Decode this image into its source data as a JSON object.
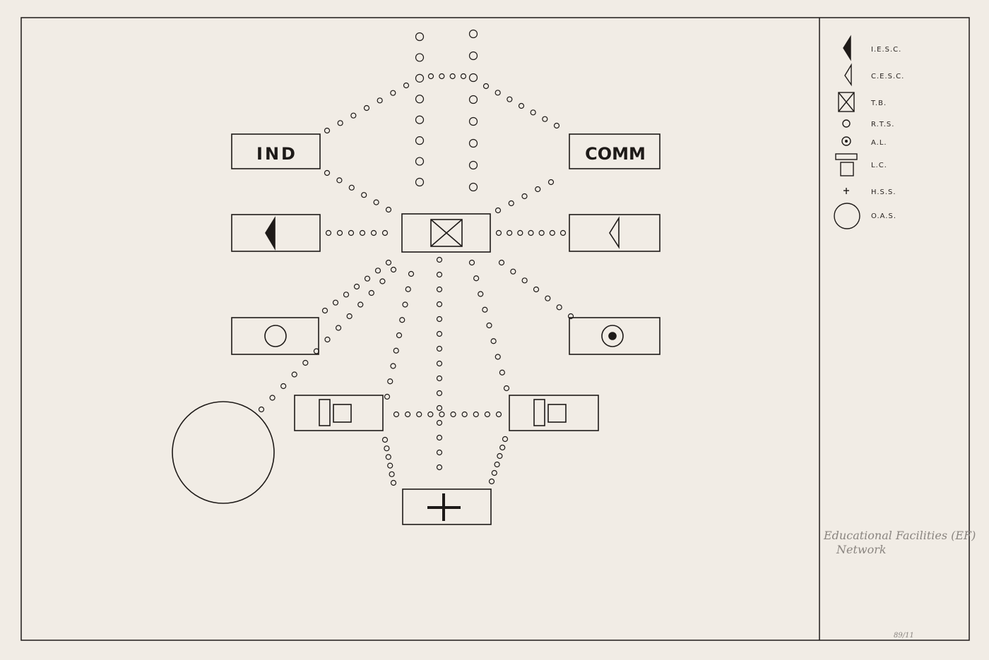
{
  "title_note": {
    "line1": "Educational Facilities (EF)",
    "line2": "Network"
  },
  "sheet_number": "89/11",
  "nodes": {
    "ind": "IND",
    "comm": "COMM"
  },
  "legend": [
    {
      "icon": "filled-triangle",
      "label": "I.E.S.C."
    },
    {
      "icon": "outline-triangle",
      "label": "C.E.S.C."
    },
    {
      "icon": "crossed-square",
      "label": "T.B."
    },
    {
      "icon": "small-circle",
      "label": "R.T.S."
    },
    {
      "icon": "dot-circle",
      "label": "A.L."
    },
    {
      "icon": "bar-over-square",
      "label": "L.C."
    },
    {
      "icon": "plus",
      "label": "H.S.S."
    },
    {
      "icon": "large-circle",
      "label": "O.A.S."
    }
  ],
  "colors": {
    "paper": "#f1ece5",
    "ink": "#1e1a18",
    "pencil": "#8a8580"
  }
}
